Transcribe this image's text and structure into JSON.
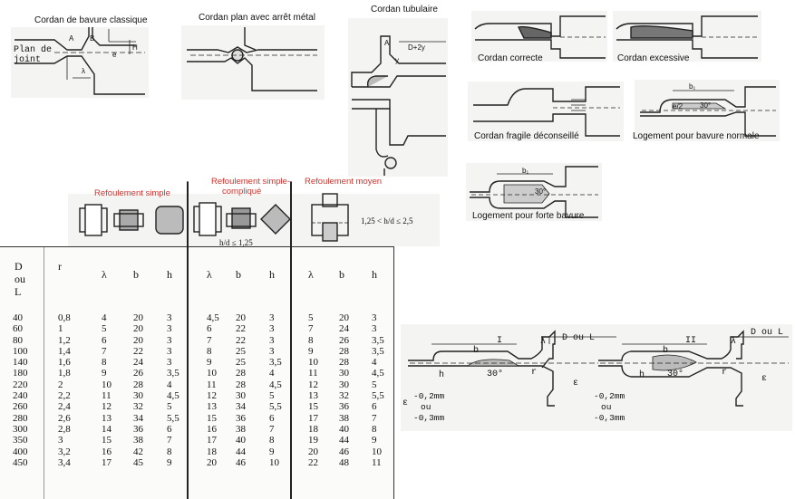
{
  "labels": {
    "cordan_classique": "Cordan de bavure classique",
    "cordan_plan": "Cordan plan avec arrêt métal",
    "cordan_tubulaire": "Cordan tubulaire",
    "cordan_correcte": "Cordan correcte",
    "cordan_excessive": "Cordan excessive",
    "cordan_fragile": "Cordan fragile déconseillé",
    "logement_normale": "Logement pour bavure normale",
    "logement_forte": "Logement pour forte bavure",
    "refoulement_simple": "Refoulement simple",
    "refoulement_simple_complique_1": "Refoulement simple-",
    "refoulement_simple_complique_2": "compliqué",
    "refoulement_moyen": "Refoulement moyen"
  },
  "annotations": {
    "plan_de_joint_1": "Plan de",
    "plan_de_joint_2": "joint",
    "A": "A",
    "B": "B",
    "H": "H",
    "e": "e",
    "lambda": "λ",
    "D_plus_2y": "D+2y",
    "y": "y",
    "b1": "b₁",
    "b": "b",
    "h": "h",
    "r": "r",
    "angle30": "30°",
    "e_half": "e/2",
    "hd_1": "h/d ≤ 1,25",
    "hd_2": "1,25 < h/d ≤ 2,5",
    "I": "I",
    "II": "II",
    "D_ou_L": "D ou L",
    "epsilon": "ε",
    "tol_1": "-0,2mm",
    "tol_ou": "ou",
    "tol_2": "-0,3mm"
  },
  "table": {
    "col_headers": [
      "D\nou\nL",
      "r",
      "λ",
      "b",
      "h",
      "λ",
      "b",
      "h",
      "λ",
      "b",
      "h"
    ],
    "rows": [
      [
        "40",
        "0,8",
        "4",
        "20",
        "3",
        "4,5",
        "20",
        "3",
        "5",
        "20",
        "3"
      ],
      [
        "60",
        "1",
        "5",
        "20",
        "3",
        "6",
        "22",
        "3",
        "7",
        "24",
        "3"
      ],
      [
        "80",
        "1,2",
        "6",
        "20",
        "3",
        "7",
        "22",
        "3",
        "8",
        "26",
        "3,5"
      ],
      [
        "100",
        "1,4",
        "7",
        "22",
        "3",
        "8",
        "25",
        "3",
        "9",
        "28",
        "3,5"
      ],
      [
        "140",
        "1,6",
        "8",
        "24",
        "3",
        "9",
        "25",
        "3,5",
        "10",
        "28",
        "4"
      ],
      [
        "180",
        "1,8",
        "9",
        "26",
        "3,5",
        "10",
        "28",
        "4",
        "11",
        "30",
        "4,5"
      ],
      [
        "220",
        "2",
        "10",
        "28",
        "4",
        "11",
        "28",
        "4,5",
        "12",
        "30",
        "5"
      ],
      [
        "240",
        "2,2",
        "11",
        "30",
        "4,5",
        "12",
        "30",
        "5",
        "13",
        "32",
        "5,5"
      ],
      [
        "260",
        "2,4",
        "12",
        "32",
        "5",
        "13",
        "34",
        "5,5",
        "15",
        "36",
        "6"
      ],
      [
        "280",
        "2,6",
        "13",
        "34",
        "5,5",
        "15",
        "36",
        "6",
        "17",
        "38",
        "7"
      ],
      [
        "300",
        "2,8",
        "14",
        "36",
        "6",
        "16",
        "38",
        "7",
        "18",
        "40",
        "8"
      ],
      [
        "350",
        "3",
        "15",
        "38",
        "7",
        "17",
        "40",
        "8",
        "19",
        "44",
        "9"
      ],
      [
        "400",
        "3,2",
        "16",
        "42",
        "8",
        "18",
        "44",
        "9",
        "20",
        "46",
        "10"
      ],
      [
        "450",
        "3,4",
        "17",
        "45",
        "9",
        "20",
        "46",
        "10",
        "22",
        "48",
        "11"
      ]
    ]
  }
}
